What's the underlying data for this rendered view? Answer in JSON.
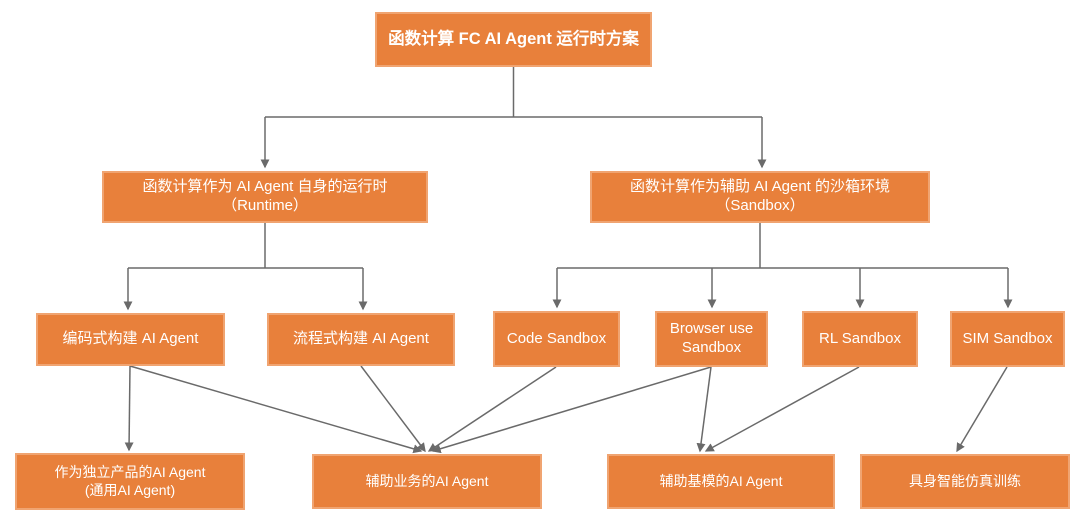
{
  "diagram": {
    "title": "函数计算 FC AI Agent 运行时方案",
    "nodes": {
      "runtime": {
        "label": "函数计算作为 AI Agent 自身的运行时（Runtime）"
      },
      "sandbox": {
        "label": "函数计算作为辅助 AI Agent 的沙箱环境（Sandbox）"
      },
      "build_code": {
        "label": "编码式构建 AI Agent"
      },
      "build_flow": {
        "label": "流程式构建 AI Agent"
      },
      "code_sandbox": {
        "label": "Code Sandbox"
      },
      "browser_sandbox": {
        "label": "Browser use\nSandbox"
      },
      "rl_sandbox": {
        "label": "RL Sandbox"
      },
      "sim_sandbox": {
        "label": "SIM Sandbox"
      },
      "standalone_agent": {
        "label": "作为独立产品的AI Agent\n(通用AI Agent)"
      },
      "business_agent": {
        "label": "辅助业务的AI Agent"
      },
      "foundation_agent": {
        "label": "辅助基模的AI Agent"
      },
      "embodied_training": {
        "label": "具身智能仿真训练"
      }
    },
    "edges": [
      {
        "from": "title",
        "to": "runtime"
      },
      {
        "from": "title",
        "to": "sandbox"
      },
      {
        "from": "runtime",
        "to": "build_code"
      },
      {
        "from": "runtime",
        "to": "build_flow"
      },
      {
        "from": "sandbox",
        "to": "code_sandbox"
      },
      {
        "from": "sandbox",
        "to": "browser_sandbox"
      },
      {
        "from": "sandbox",
        "to": "rl_sandbox"
      },
      {
        "from": "sandbox",
        "to": "sim_sandbox"
      },
      {
        "from": "build_code",
        "to": "standalone_agent"
      },
      {
        "from": "build_code",
        "to": "business_agent"
      },
      {
        "from": "build_flow",
        "to": "business_agent"
      },
      {
        "from": "code_sandbox",
        "to": "business_agent"
      },
      {
        "from": "browser_sandbox",
        "to": "business_agent"
      },
      {
        "from": "browser_sandbox",
        "to": "foundation_agent"
      },
      {
        "from": "rl_sandbox",
        "to": "foundation_agent"
      },
      {
        "from": "sim_sandbox",
        "to": "embodied_training"
      }
    ],
    "colors": {
      "node_fill": "#E8803B",
      "node_border": "#F0A471",
      "node_text": "#FFFFFF",
      "connector": "#6A6A6A",
      "background": "#FFFFFF"
    }
  }
}
